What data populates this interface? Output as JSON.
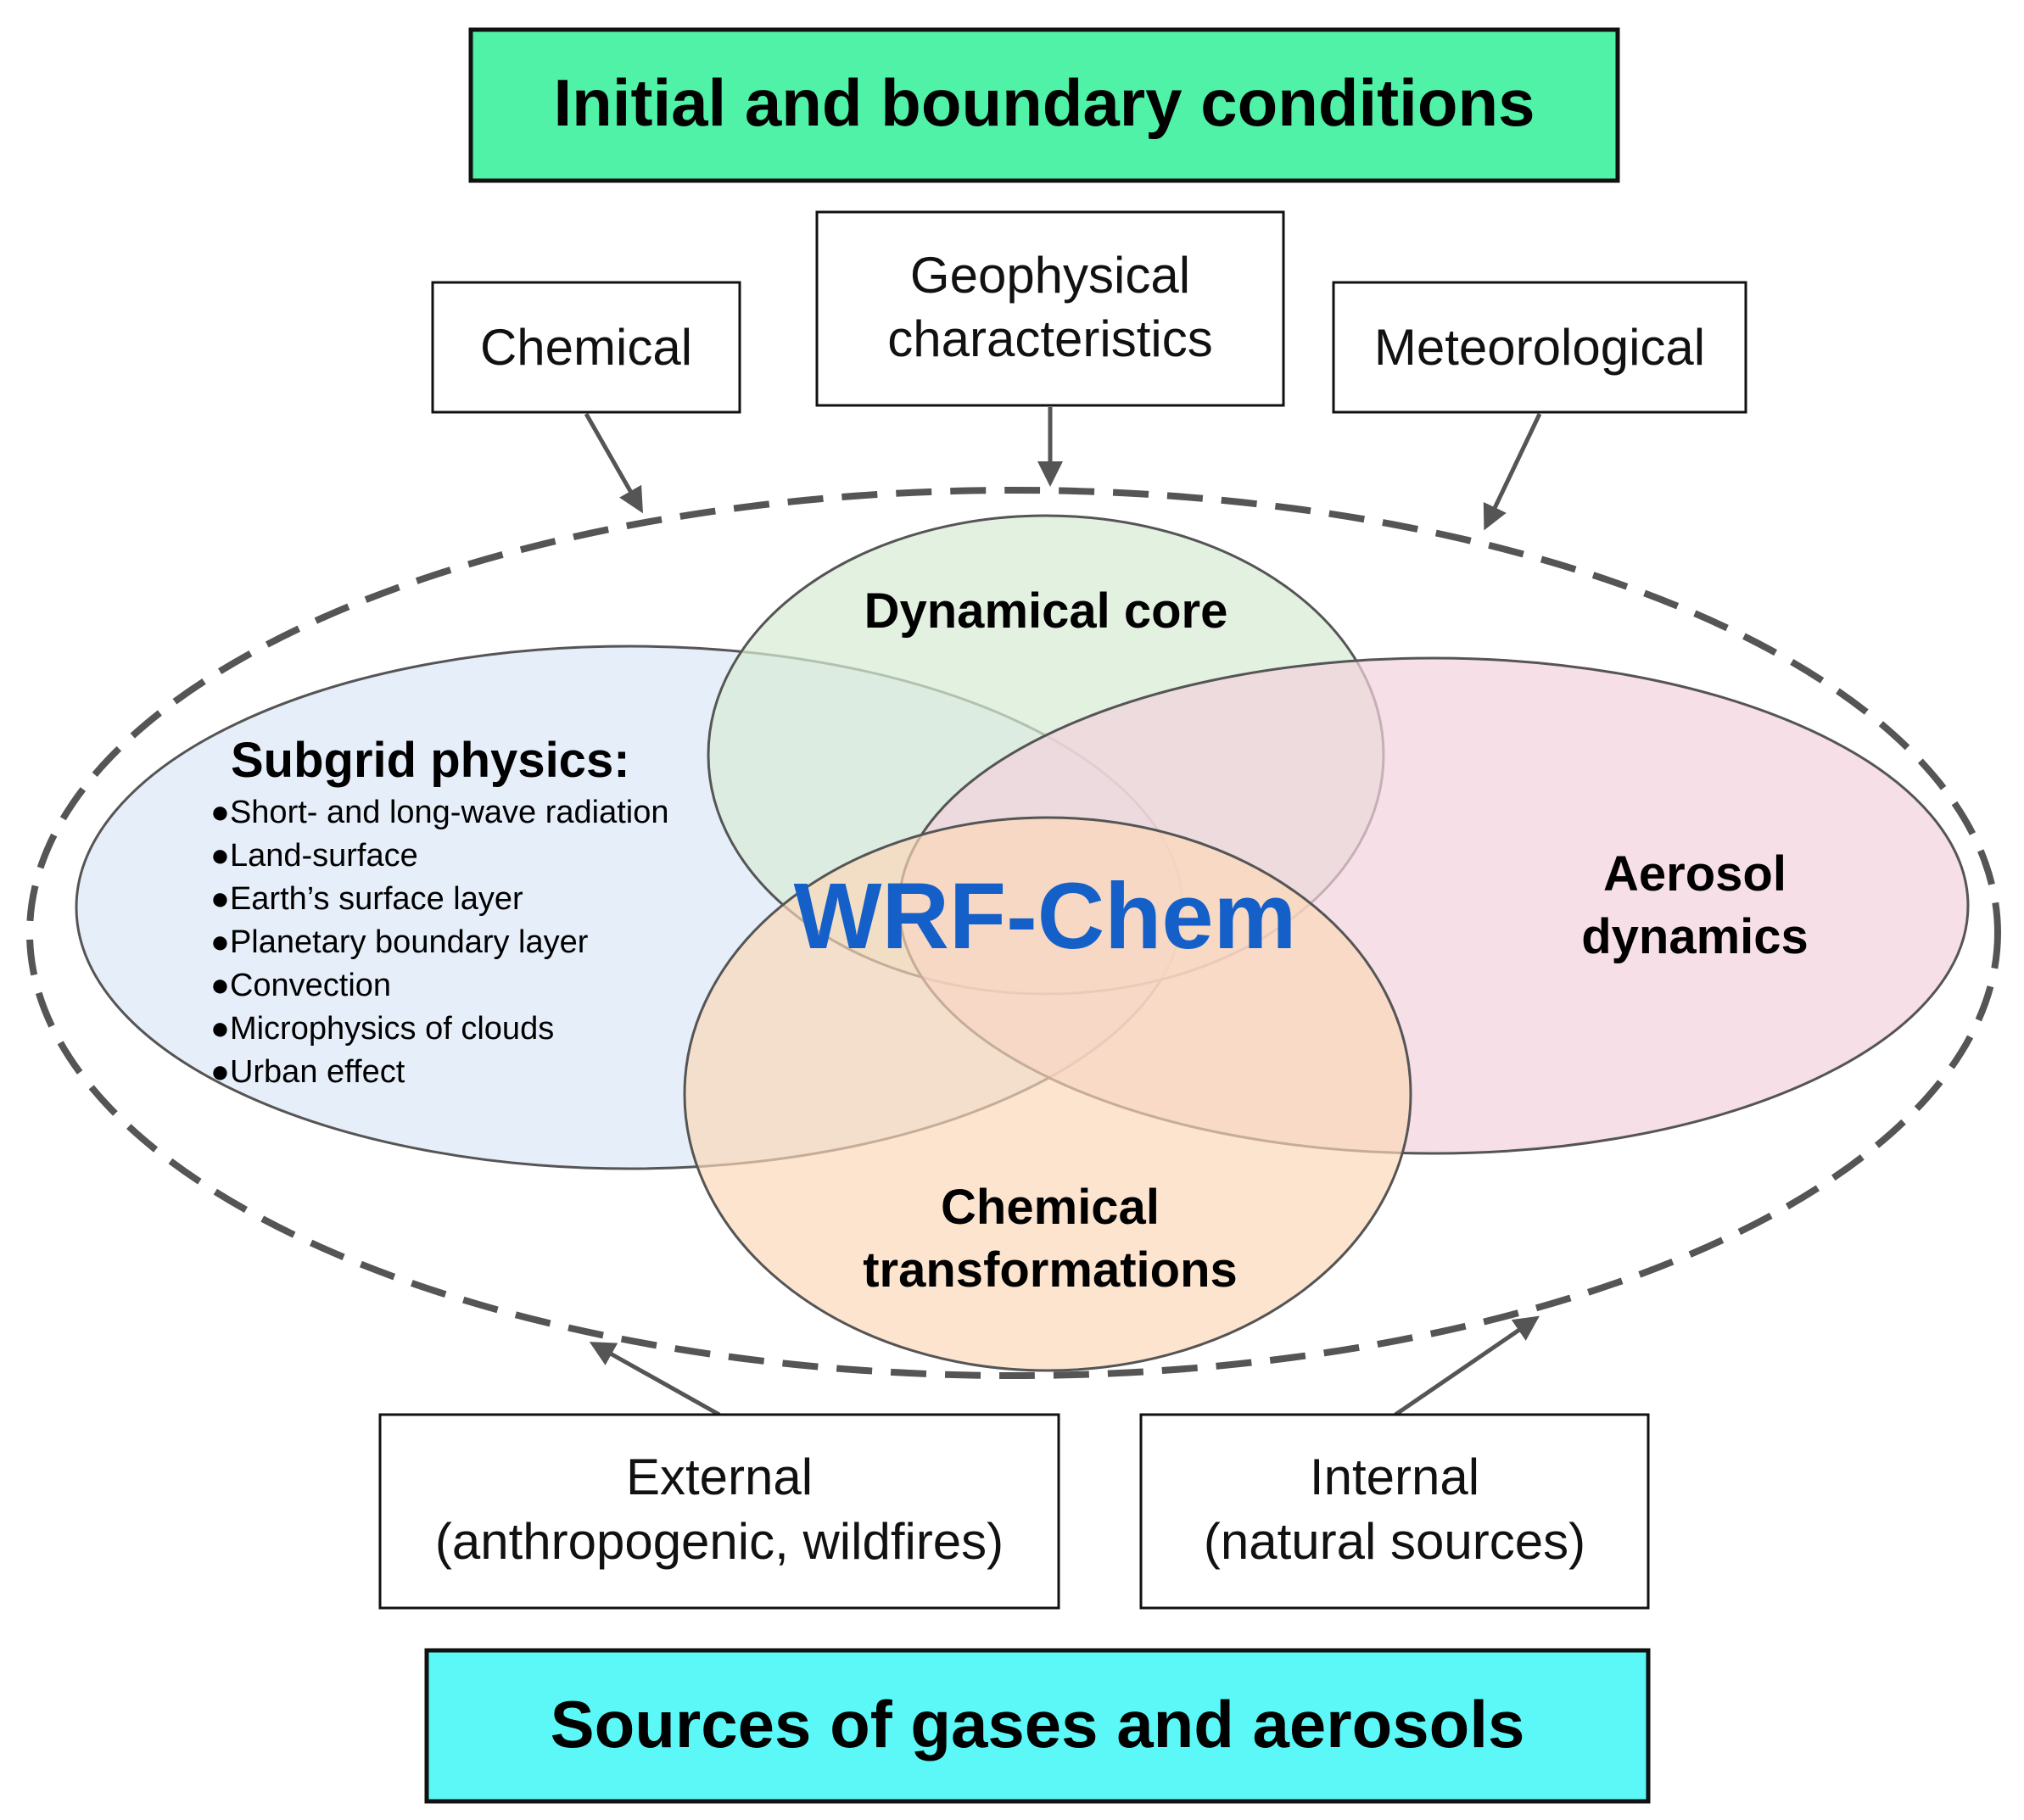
{
  "banners": {
    "top": "Initial and boundary conditions",
    "bottom": "Sources of gases and aerosols"
  },
  "inputs": {
    "chemical": "Chemical",
    "geophysical_line1": "Geophysical",
    "geophysical_line2": "characteristics",
    "meteorological": "Meteorological"
  },
  "sources": {
    "external_line1": "External",
    "external_line2": "(anthropogenic, wildfires)",
    "internal_line1": "Internal",
    "internal_line2": "(natural sources)"
  },
  "modules": {
    "dynamical_core": "Dynamical core",
    "aerosol_line1": "Aerosol",
    "aerosol_line2": "dynamics",
    "chemical_line1": "Chemical",
    "chemical_line2": "transformations",
    "subgrid_title": "Subgrid physics:",
    "subgrid_items": [
      "●Short- and long-wave radiation",
      "●Land-surface",
      "●Earth’s surface layer",
      "●Planetary boundary layer",
      "●Convection",
      "●Microphysics of clouds",
      "●Urban effect"
    ]
  },
  "center_label": "WRF-Chem",
  "colors": {
    "top_banner_fill": "#4ff2a6",
    "bottom_banner_fill": "#5cf8f8",
    "dynamical_core_fill": "#d8ebd6",
    "subgrid_fill": "#dce8f7",
    "aerosol_fill": "#f3d2dc",
    "chemical_fill": "#fbd7b8",
    "center_text": "#1560c8",
    "dashed_outline": "#555555"
  }
}
